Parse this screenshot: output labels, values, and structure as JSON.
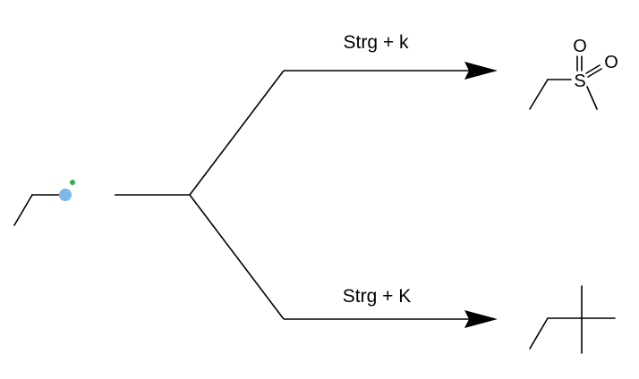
{
  "reaction_upper": {
    "label": "Strg + k"
  },
  "reaction_lower": {
    "label": "Strg + K"
  },
  "product_upper": {
    "atoms": {
      "sulfur": "S",
      "oxygen_top": "O",
      "oxygen_right": "O"
    }
  },
  "colors": {
    "bond": "#000000",
    "cursor_highlight": "#7fb6e8",
    "cursor_dot": "#2bb24c"
  }
}
